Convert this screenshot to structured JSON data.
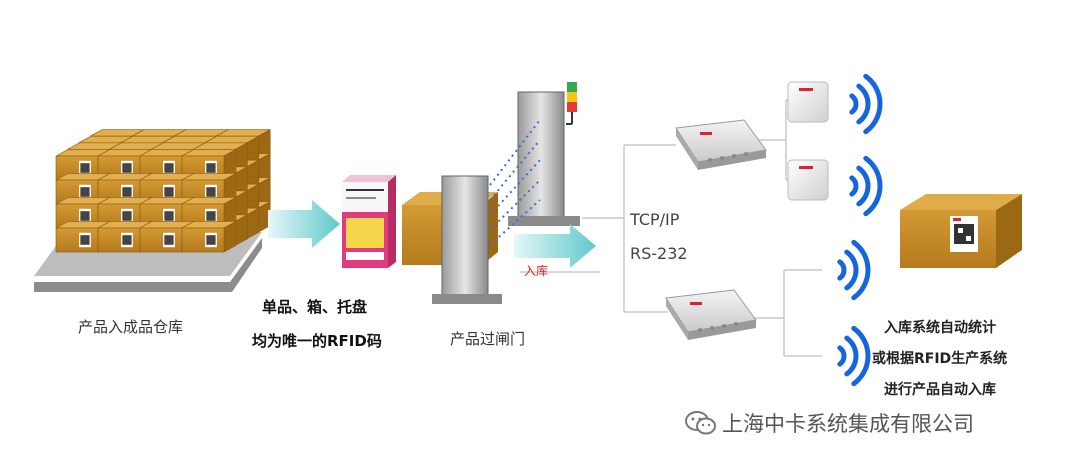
{
  "warehouse": {
    "label": "产品入成品仓库"
  },
  "tagging": {
    "line1": "单品、箱、托盘",
    "line2": "均为唯一的RFID码"
  },
  "gate": {
    "label": "产品过闸门"
  },
  "flow": {
    "inbound_label": "入库"
  },
  "network": {
    "protocol_1": "TCP/IP",
    "protocol_2": "RS-232"
  },
  "result": {
    "line1": "入库系统自动统计",
    "line2": "或根据RFID生产系统",
    "line3": "进行产品自动入库"
  },
  "footer": {
    "company": "上海中卡系统集成有限公司"
  },
  "colors": {
    "box": "#c8902a",
    "arrow": "#7fd6d6",
    "wave": "#1565e0",
    "accent": "#e02020"
  },
  "icons": [
    "carton-box-icon",
    "pallet-icon",
    "rfid-tag-icon",
    "gate-portal-icon",
    "signal-light-icon",
    "rfid-reader-icon",
    "rfid-antenna-icon",
    "radio-wave-icon",
    "wechat-icon"
  ]
}
